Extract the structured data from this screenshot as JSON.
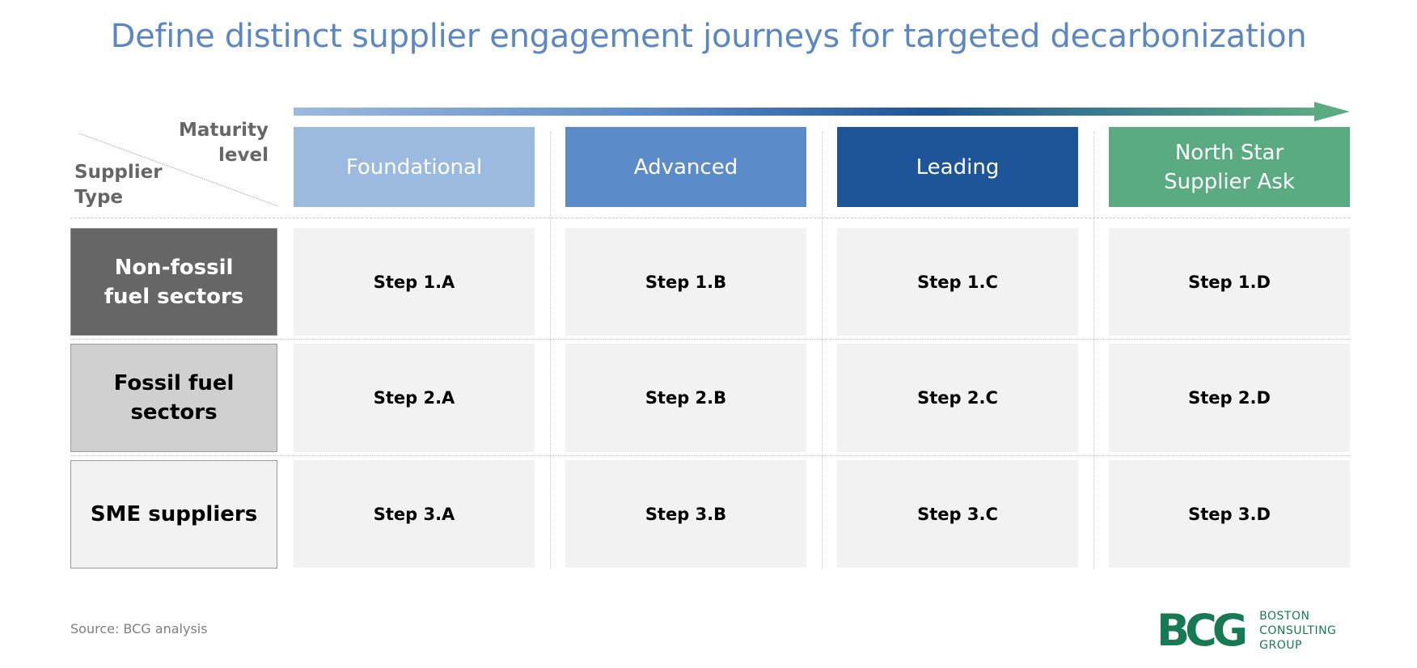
{
  "title": "Define distinct supplier engagement journeys for targeted decarbonization",
  "axis": {
    "maturity_label_line1": "Maturity",
    "maturity_label_line2": "level",
    "supplier_label_line1": "Supplier",
    "supplier_label_line2": "Type",
    "arrow_gradient": [
      "#9cbae0",
      "#5b8cc9",
      "#1e5598",
      "#5bab82"
    ]
  },
  "columns": [
    {
      "label_line1": "Foundational",
      "label_line2": "",
      "color": "#9cbae0"
    },
    {
      "label_line1": "Advanced",
      "label_line2": "",
      "color": "#5b8cc9"
    },
    {
      "label_line1": "Leading",
      "label_line2": "",
      "color": "#1e5598"
    },
    {
      "label_line1": "North Star",
      "label_line2": "Supplier Ask",
      "color": "#5bab82"
    }
  ],
  "rows": [
    {
      "label_line1": "Non-fossil",
      "label_line2": "fuel sectors",
      "bg": "#666666",
      "text_color": "#ffffff",
      "cells": [
        "Step 1.A",
        "Step 1.B",
        "Step 1.C",
        "Step 1.D"
      ]
    },
    {
      "label_line1": "Fossil fuel sectors",
      "label_line2": "",
      "bg": "#d0d0d0",
      "text_color": "#000000",
      "cells": [
        "Step 2.A",
        "Step 2.B",
        "Step 2.C",
        "Step 2.D"
      ]
    },
    {
      "label_line1": "SME suppliers",
      "label_line2": "",
      "bg": "#f2f2f2",
      "text_color": "#000000",
      "cells": [
        "Step 3.A",
        "Step 3.B",
        "Step 3.C",
        "Step 3.D"
      ]
    }
  ],
  "footer": {
    "source": "Source: BCG analysis",
    "logo_mark": "BCG",
    "logo_line1": "BOSTON",
    "logo_line2": "CONSULTING",
    "logo_line3": "GROUP",
    "logo_color": "#187a52"
  }
}
